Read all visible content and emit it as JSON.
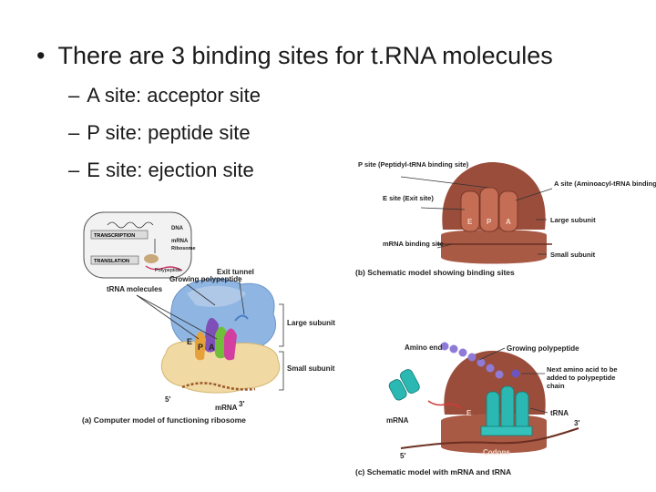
{
  "bullets": {
    "main": "There are 3 binding sites for t.RNA molecules",
    "sub": [
      "A site: acceptor site",
      "P site: peptide site",
      "E site: ejection site"
    ]
  },
  "figure_a": {
    "inset": {
      "dna": "DNA",
      "transcription": "TRANSCRIPTION",
      "mrna": "mRNA",
      "ribosome": "Ribosome",
      "translation": "TRANSLATION",
      "polypeptide": "Polypeptide"
    },
    "growing_polypeptide": "Growing polypeptide",
    "exit_tunnel": "Exit tunnel",
    "trna_molecules": "tRNA molecules",
    "large_subunit": "Large subunit",
    "small_subunit": "Small subunit",
    "e": "E",
    "p": "P",
    "a": "A",
    "five_prime": "5'",
    "mrna": "mRNA",
    "three_prime": "3'",
    "caption": "(a) Computer model of functioning ribosome"
  },
  "figure_b": {
    "p_site": "P site (Peptidyl-tRNA binding site)",
    "a_site": "A site (Aminoacyl-tRNA binding site)",
    "e_site": "E site (Exit site)",
    "mrna_binding_site": "mRNA binding site",
    "large_subunit": "Large subunit",
    "small_subunit": "Small subunit",
    "e": "E",
    "p": "P",
    "a": "A",
    "caption": "(b) Schematic model showing binding sites"
  },
  "figure_c": {
    "amino_end": "Amino end",
    "growing_polypeptide": "Growing polypeptide",
    "next_amino_acid": "Next amino acid to be added to polypeptide chain",
    "mrna": "mRNA",
    "trna": "tRNA",
    "e": "E",
    "five_prime": "5'",
    "three_prime": "3'",
    "codons": "Codons",
    "caption": "(c) Schematic model with mRNA and tRNA"
  }
}
